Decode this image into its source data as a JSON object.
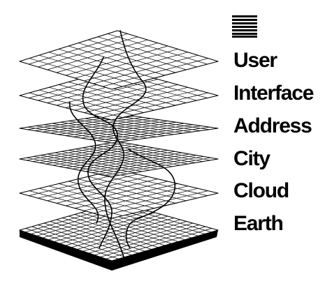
{
  "legend": {
    "icon": "stacked-lines-icon",
    "layers": [
      {
        "label": "User"
      },
      {
        "label": "Interface"
      },
      {
        "label": "Address"
      },
      {
        "label": "City"
      },
      {
        "label": "Cloud"
      },
      {
        "label": "Earth"
      }
    ]
  },
  "diagram": {
    "plane_count": 6,
    "grid_divisions": [
      10,
      10,
      12,
      14,
      10,
      16
    ],
    "colors": {
      "line": "#000000",
      "fill": "#ffffff",
      "base_shadow": "#000000"
    }
  }
}
